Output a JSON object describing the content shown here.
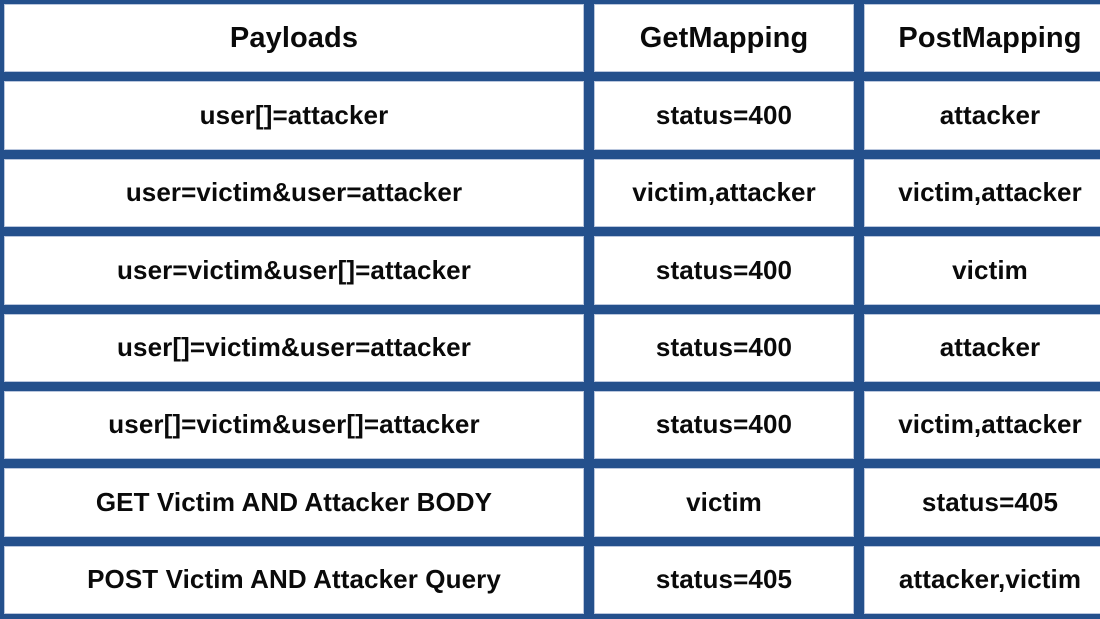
{
  "table": {
    "accent_color": "#24508c",
    "cell_background": "#ffffff",
    "text_color": "#0a0a0a",
    "columns": [
      "Payloads",
      "GetMapping",
      "PostMapping"
    ],
    "rows": [
      {
        "payload": "user[]=attacker",
        "get_mapping": "status=400",
        "post_mapping": "attacker"
      },
      {
        "payload": "user=victim&user=attacker",
        "get_mapping": "victim,attacker",
        "post_mapping": "victim,attacker"
      },
      {
        "payload": "user=victim&user[]=attacker",
        "get_mapping": "status=400",
        "post_mapping": "victim"
      },
      {
        "payload": "user[]=victim&user=attacker",
        "get_mapping": "status=400",
        "post_mapping": "attacker"
      },
      {
        "payload": "user[]=victim&user[]=attacker",
        "get_mapping": "status=400",
        "post_mapping": "victim,attacker"
      },
      {
        "payload": "GET Victim AND Attacker BODY",
        "get_mapping": "victim",
        "post_mapping": "status=405"
      },
      {
        "payload": "POST Victim AND Attacker Query",
        "get_mapping": "status=405",
        "post_mapping": "attacker,victim"
      }
    ]
  }
}
